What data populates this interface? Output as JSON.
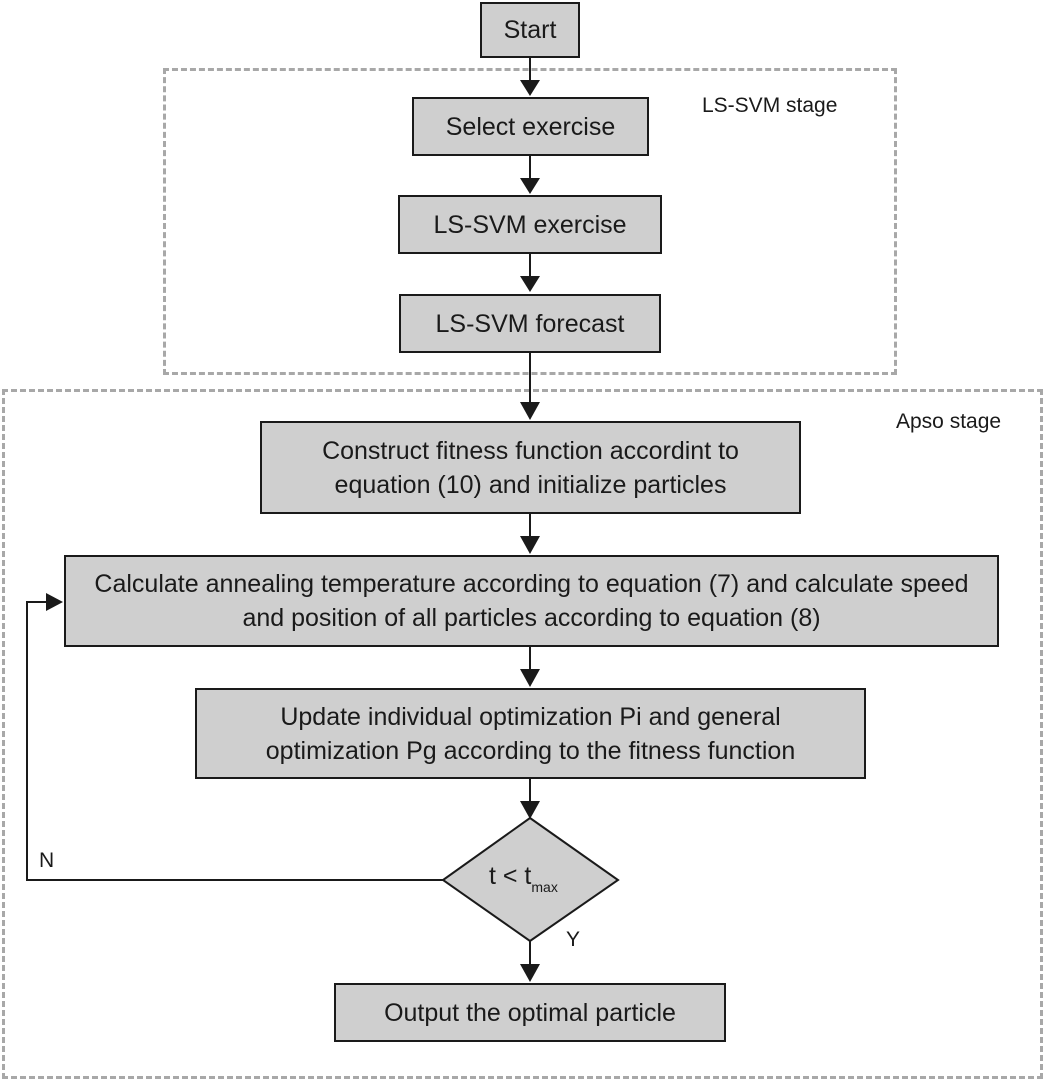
{
  "stages": {
    "ls_svm": "LS-SVM stage",
    "apso": "Apso stage"
  },
  "nodes": {
    "start": "Start",
    "select_exercise": "Select exercise",
    "ls_svm_exercise": "LS-SVM exercise",
    "ls_svm_forecast": "LS-SVM forecast",
    "construct_fitness": "Construct fitness function accordint to equation (10) and initialize particles",
    "calc_annealing": "Calculate annealing temperature according to equation (7) and calculate speed and position of all particles according to equation (8)",
    "update_optimization": "Update individual optimization Pi and general optimization Pg according to the fitness function",
    "decision": {
      "text": "t < t",
      "sub": "max"
    },
    "output": "Output the optimal particle"
  },
  "branches": {
    "no": "N",
    "yes": "Y"
  },
  "colors": {
    "box_fill": "#cfcfcf",
    "stroke": "#1a1a1a",
    "dashed_border": "#a8a8a8"
  }
}
